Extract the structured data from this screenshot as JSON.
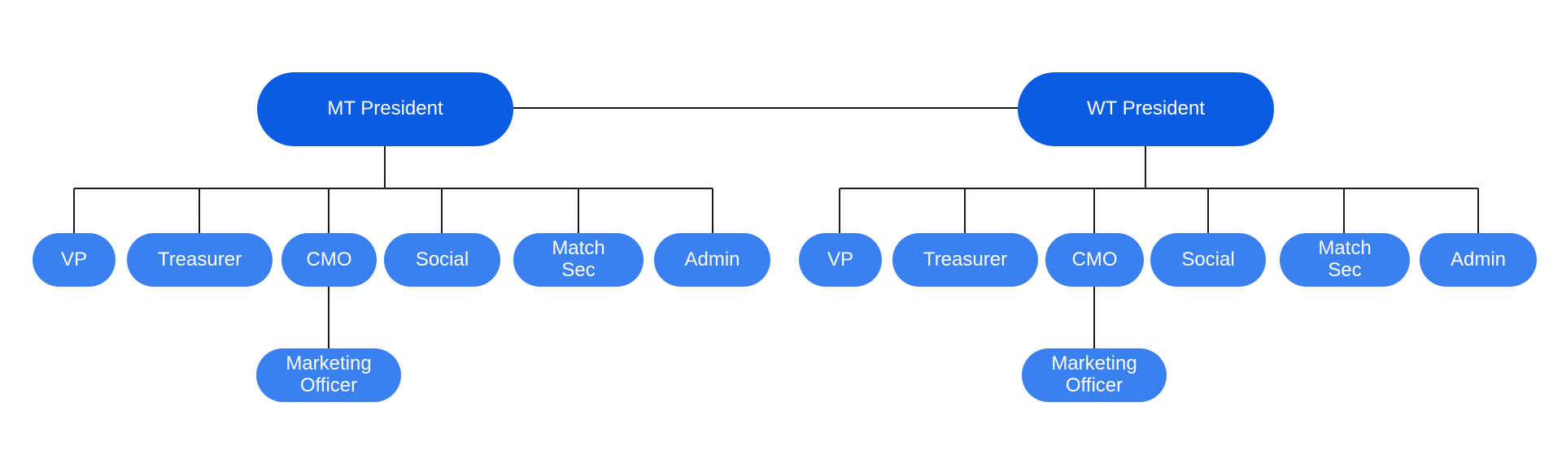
{
  "diagram": {
    "accent_dark": "#0b5ce0",
    "accent_light": "#3a80ef",
    "line_color": "#1a1a1a",
    "left": {
      "president": "MT President",
      "roles": [
        "VP",
        "Treasurer",
        "CMO",
        "Social",
        "Match\nSec",
        "Admin"
      ],
      "sub_officer": "Marketing\nOfficer"
    },
    "right": {
      "president": "WT President",
      "roles": [
        "VP",
        "Treasurer",
        "CMO",
        "Social",
        "Match\nSec",
        "Admin"
      ],
      "sub_officer": "Marketing\nOfficer"
    }
  }
}
